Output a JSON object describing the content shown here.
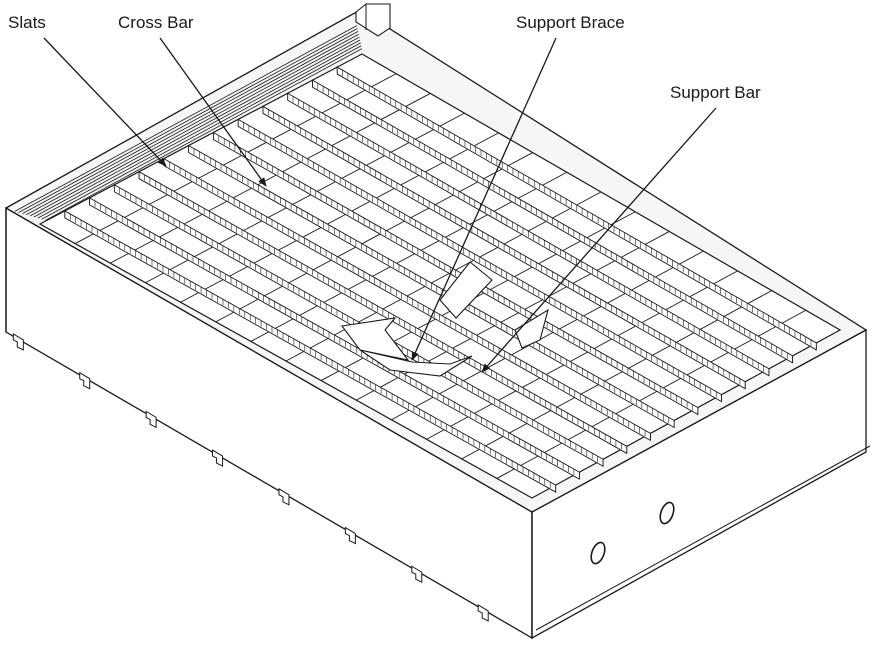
{
  "callouts": {
    "slats": "Slats",
    "cross_bar": "Cross Bar",
    "support_brace": "Support Brace",
    "support_bar": "Support Bar"
  },
  "colors": {
    "stroke": "#1a1a1a",
    "background": "#ffffff",
    "top_rim": "#f6f6f6",
    "slat_face": "#ffffff",
    "body_side": "#ffffff"
  }
}
